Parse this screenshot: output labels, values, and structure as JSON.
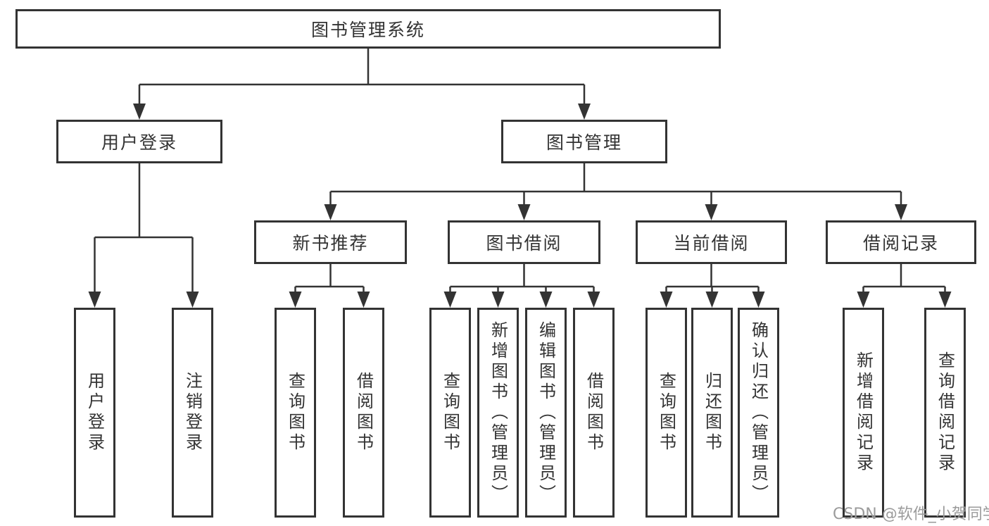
{
  "colors": {
    "line": "#333333",
    "box_border": "#333333",
    "text": "#333333",
    "watermark": "#9b9b9b",
    "background": "#ffffff"
  },
  "tree": {
    "root": {
      "label": "图书管理系统"
    },
    "branches": [
      {
        "label": "用户登录",
        "leaves": [
          {
            "label": "用户登录"
          },
          {
            "label": "注销登录"
          }
        ]
      },
      {
        "label": "图书管理",
        "groups": [
          {
            "label": "新书推荐",
            "leaves": [
              {
                "label": "查询图书"
              },
              {
                "label": "借阅图书"
              }
            ]
          },
          {
            "label": "图书借阅",
            "leaves": [
              {
                "label": "查询图书"
              },
              {
                "label": "新增图书（管理员）"
              },
              {
                "label": "编辑图书（管理员）"
              },
              {
                "label": "借阅图书"
              }
            ]
          },
          {
            "label": "当前借阅",
            "leaves": [
              {
                "label": "查询图书"
              },
              {
                "label": "归还图书"
              },
              {
                "label": "确认归还（管理员）"
              }
            ]
          },
          {
            "label": "借阅记录",
            "leaves": [
              {
                "label": "新增借阅记录"
              },
              {
                "label": "查询借阅记录"
              }
            ]
          }
        ]
      }
    ]
  },
  "watermark": {
    "text": "CSDN @软件_小贺同学"
  }
}
